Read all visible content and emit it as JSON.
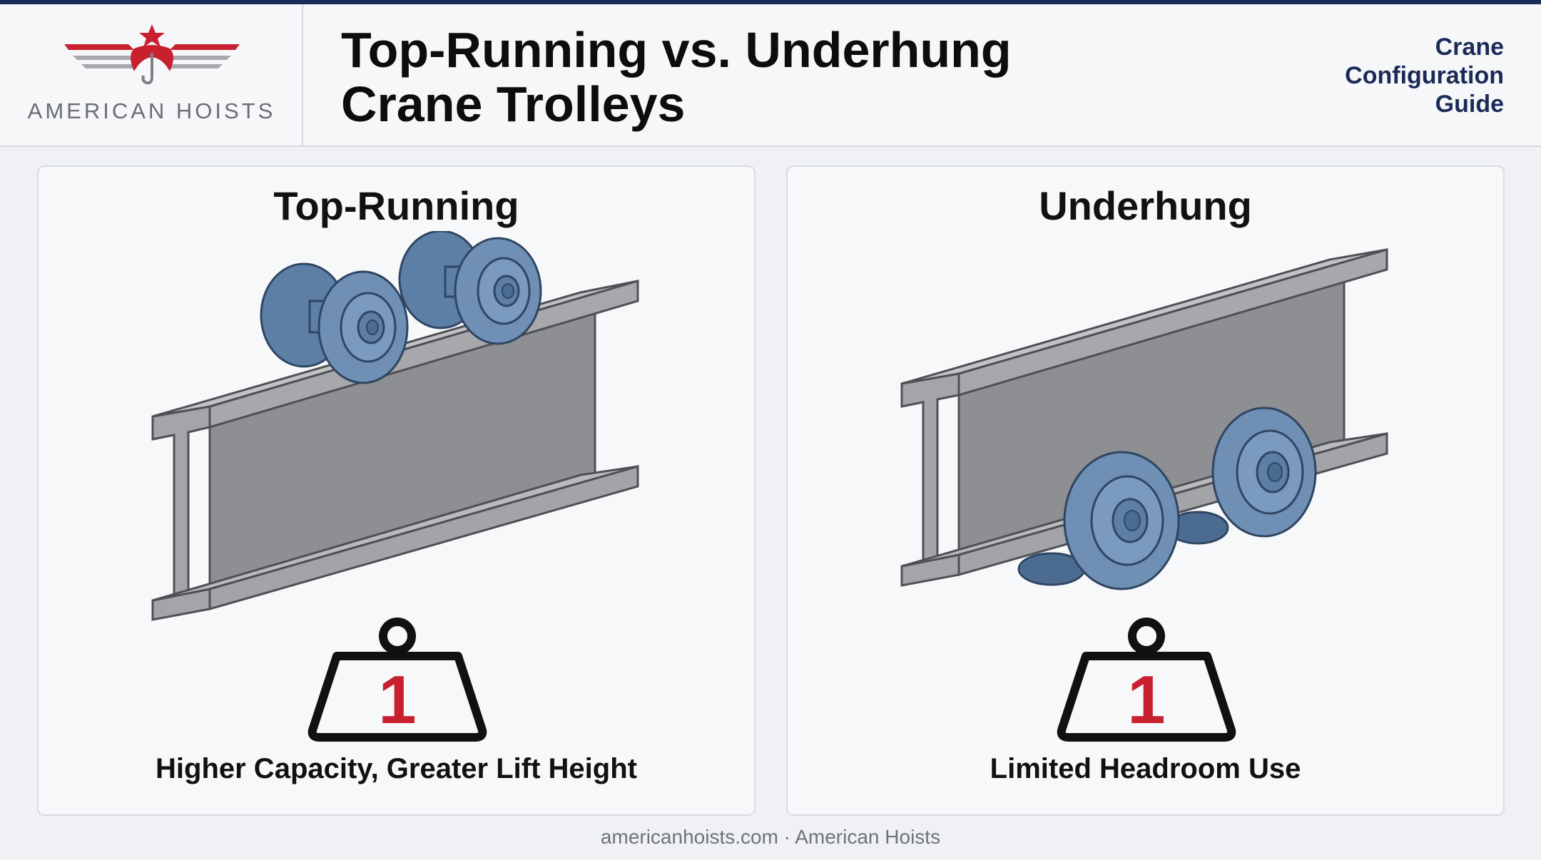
{
  "brand": {
    "name": "AMERICAN HOISTS",
    "accent_red": "#c8202e",
    "navy": "#1b2b57",
    "logo_icon": "eagle-hook-emblem"
  },
  "header": {
    "title_line1": "Top-Running vs. Underhung",
    "title_line2": "Crane Trolleys",
    "guide_line1": "Crane",
    "guide_line2": "Configuration",
    "guide_line3": "Guide"
  },
  "panels": [
    {
      "title": "Top-Running",
      "illustration": "wheels-on-top-of-i-beam",
      "weight_icon_number": "1",
      "caption": "Higher Capacity, Greater Lift Height"
    },
    {
      "title": "Underhung",
      "illustration": "wheels-on-lower-flange-of-i-beam",
      "weight_icon_number": "1",
      "caption": "Limited Headroom Use"
    }
  ],
  "footer": {
    "text": "americanhoists.com · American Hoists"
  },
  "colors": {
    "beam_light": "#b8b9bc",
    "beam_dark": "#8e8f92",
    "wheel": "#6a89ad",
    "wheel_dark": "#4b6b91"
  }
}
